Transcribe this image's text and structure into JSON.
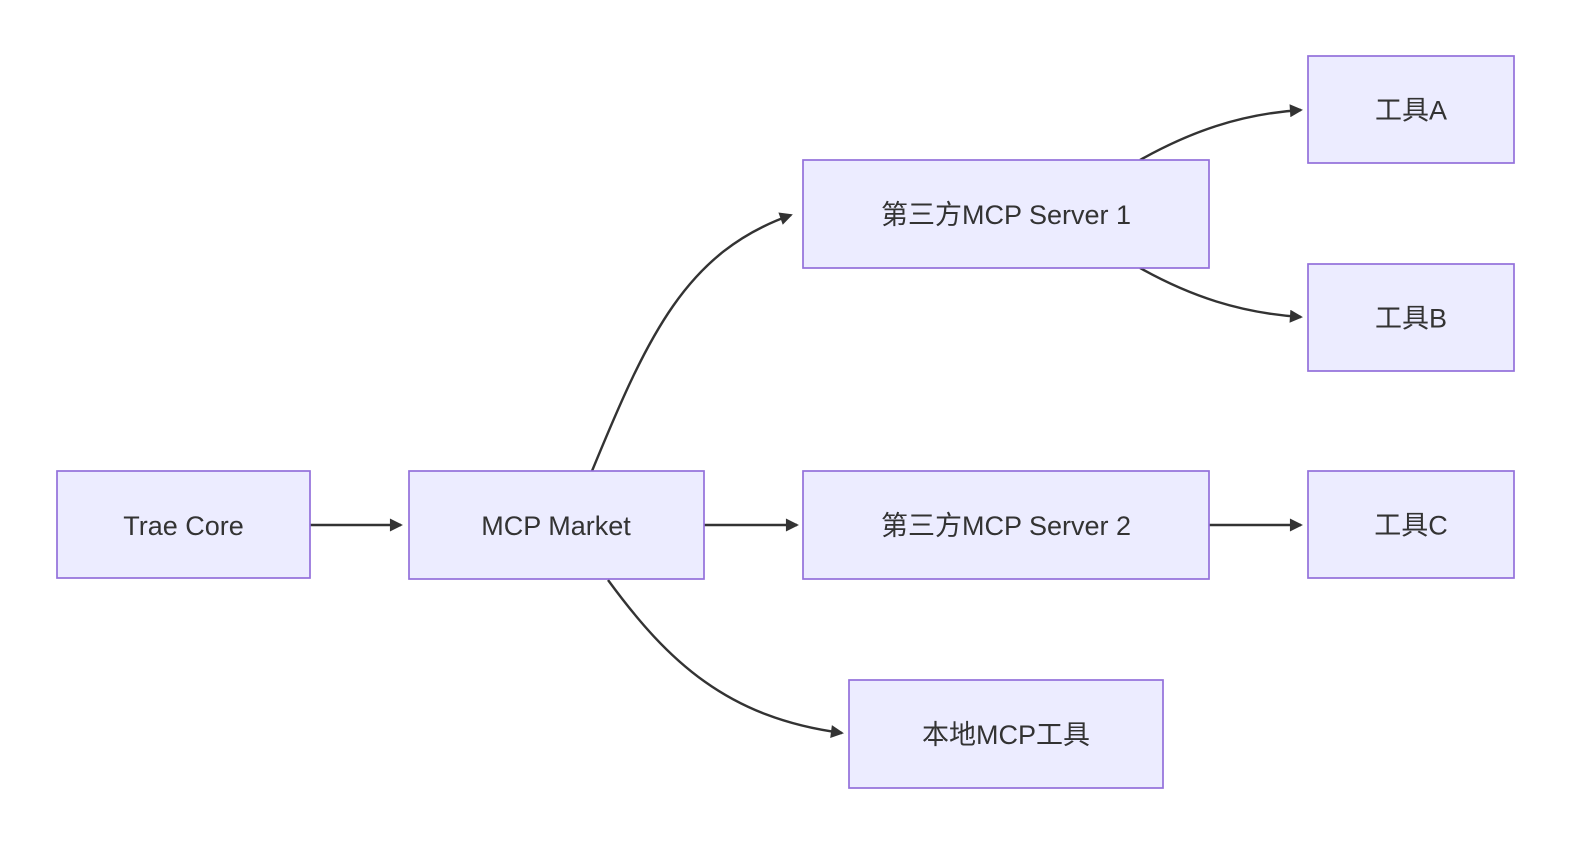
{
  "diagram": {
    "type": "flowchart",
    "direction": "left-to-right",
    "colors": {
      "node_fill": "#ECECFF",
      "node_border": "#9370DB",
      "edge_line": "#333333",
      "label_text": "#333333",
      "background": "#FFFFFF"
    },
    "nodes": {
      "trae_core": {
        "label": "Trae Core"
      },
      "mcp_market": {
        "label": "MCP Market"
      },
      "server1": {
        "label": "第三方MCP Server 1"
      },
      "server2": {
        "label": "第三方MCP Server 2"
      },
      "local_tool": {
        "label": "本地MCP工具"
      },
      "tool_a": {
        "label": "工具A"
      },
      "tool_b": {
        "label": "工具B"
      },
      "tool_c": {
        "label": "工具C"
      }
    },
    "edges": [
      {
        "from": "Trae Core",
        "to": "MCP Market",
        "style": "solid-arrow"
      },
      {
        "from": "MCP Market",
        "to": "第三方MCP Server 1",
        "style": "solid-arrow"
      },
      {
        "from": "MCP Market",
        "to": "第三方MCP Server 2",
        "style": "solid-arrow"
      },
      {
        "from": "MCP Market",
        "to": "本地MCP工具",
        "style": "solid-arrow"
      },
      {
        "from": "第三方MCP Server 1",
        "to": "工具A",
        "style": "solid-arrow"
      },
      {
        "from": "第三方MCP Server 1",
        "to": "工具B",
        "style": "solid-arrow"
      },
      {
        "from": "第三方MCP Server 2",
        "to": "工具C",
        "style": "solid-arrow"
      }
    ]
  }
}
